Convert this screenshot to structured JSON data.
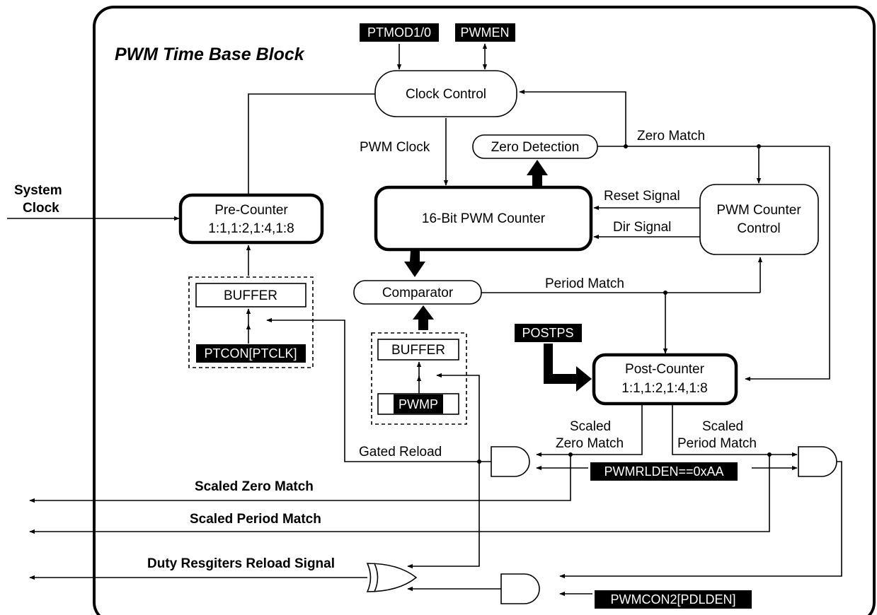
{
  "title": "PWM Time Base Block",
  "inputs": {
    "system_clock_line1": "System",
    "system_clock_line2": "Clock"
  },
  "registers": {
    "ptmod": "PTMOD1/0",
    "pwmen": "PWMEN",
    "ptcon": "PTCON[PTCLK]",
    "pwmp": "PWMP",
    "postps": "POSTPS",
    "pwmrlden": "PWMRLDEN==0xAA",
    "pwmcon2": "PWMCON2[PDLDEN]"
  },
  "blocks": {
    "clock_control": "Clock Control",
    "zero_detection": "Zero Detection",
    "pwm_counter": "16-Bit PWM Counter",
    "pre_counter_line1": "Pre-Counter",
    "pre_counter_line2": "1:1,1:2,1:4,1:8",
    "counter_control_line1": "PWM Counter",
    "counter_control_line2": "Control",
    "comparator": "Comparator",
    "buffer_left": "BUFFER",
    "buffer_mid": "BUFFER",
    "post_counter_line1": "Post-Counter",
    "post_counter_line2": "1:1,1:2,1:4,1:8"
  },
  "signals": {
    "pwm_clock": "PWM Clock",
    "zero_match": "Zero Match",
    "reset_signal": "Reset Signal",
    "dir_signal": "Dir Signal",
    "period_match": "Period Match",
    "gated_reload": "Gated Reload",
    "scaled_zero_line1": "Scaled",
    "scaled_zero_line2": "Zero Match",
    "scaled_period_line1": "Scaled",
    "scaled_period_line2": "Period Match"
  },
  "outputs": {
    "scaled_zero_match": "Scaled Zero Match",
    "scaled_period_match": "Scaled Period Match",
    "duty_reload": "Duty Resgiters Reload Signal"
  }
}
